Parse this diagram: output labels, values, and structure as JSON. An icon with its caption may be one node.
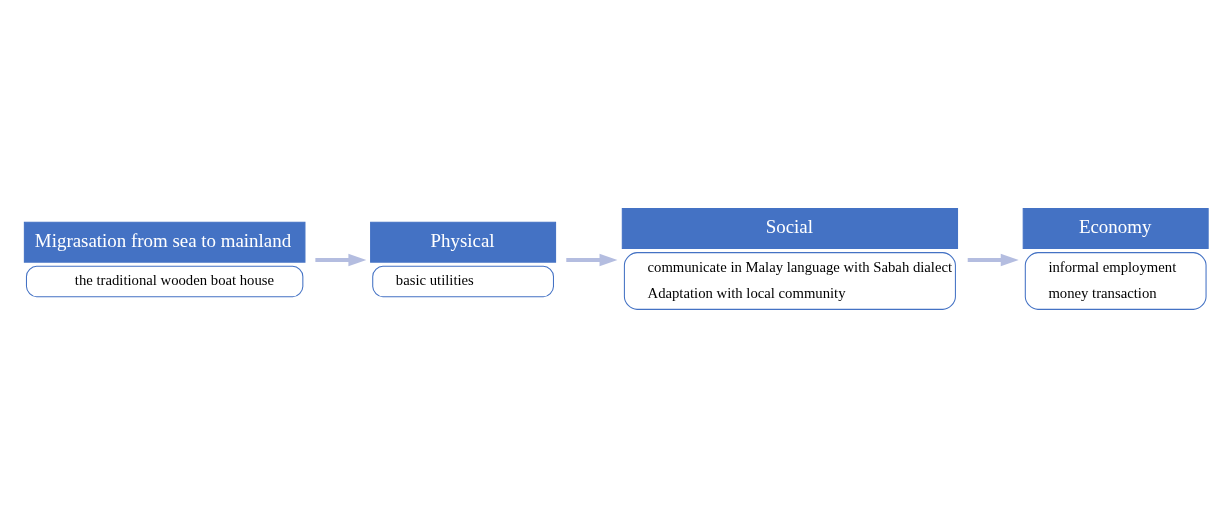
{
  "diagram": {
    "nodes": [
      {
        "text": [
          "Migrasation from sea to mainland",
          "the traditional wooden boat house"
        ]
      },
      {
        "text": [
          "Physical",
          "basic utilities"
        ]
      },
      {
        "text": [
          "Social",
          "communicate in Malay language with Sabah dialect",
          "Adaptation with local community"
        ]
      },
      {
        "text": [
          "Economy",
          "informal employment",
          "money transaction"
        ]
      }
    ],
    "edges": [
      {
        "from": 0,
        "to": 1,
        "arrow": "to"
      },
      {
        "from": 1,
        "to": 2,
        "arrow": "to"
      },
      {
        "from": 2,
        "to": 3,
        "arrow": "to"
      }
    ]
  }
}
